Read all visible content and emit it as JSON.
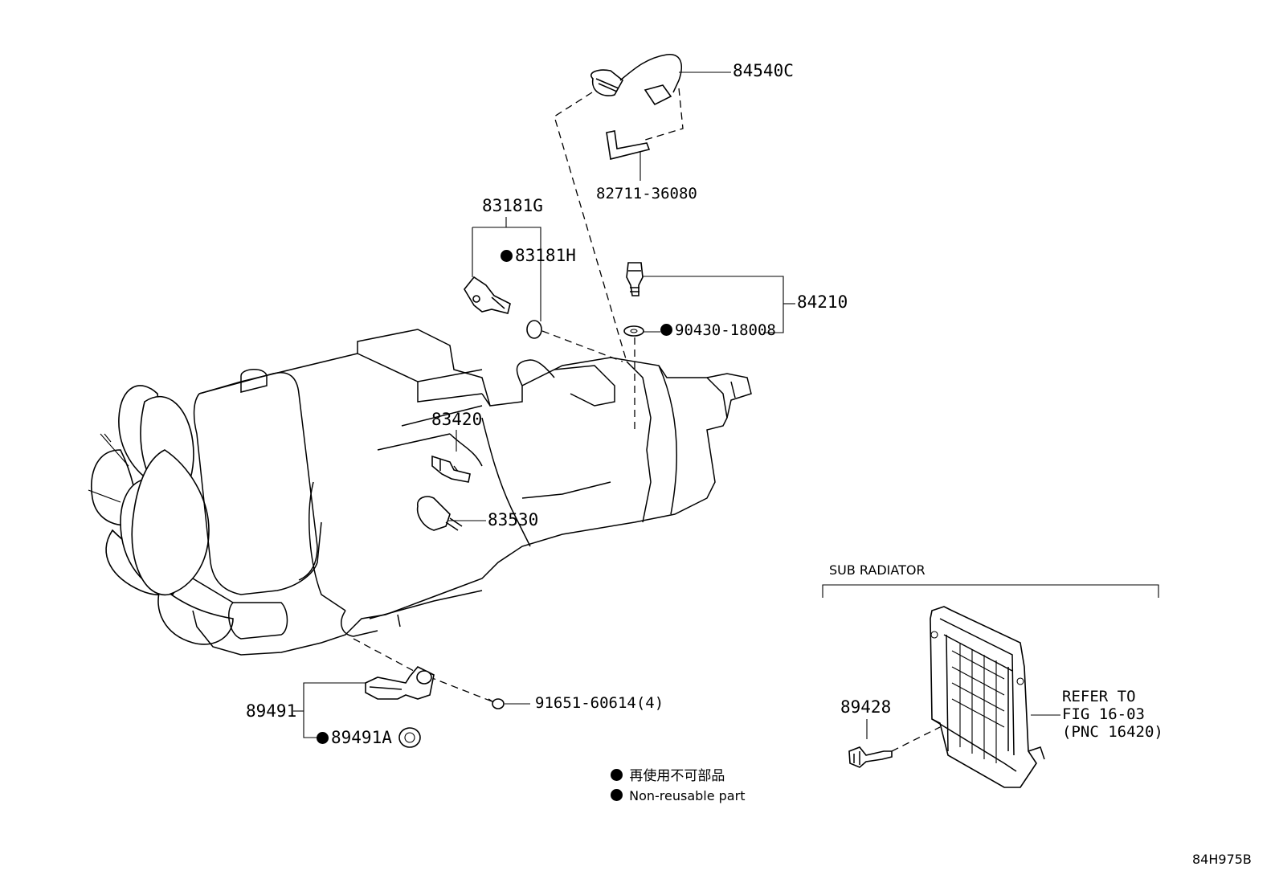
{
  "parts": {
    "p84540C": "84540C",
    "p82711": "82711-36080",
    "p83181G": "83181G",
    "p83181H": "83181H",
    "p84210": "84210",
    "p90430": "90430-18008",
    "p83420": "83420",
    "p83530": "83530",
    "p89491": "89491",
    "p89491A": "89491A",
    "p91651": "91651-60614(4)",
    "p89428": "89428"
  },
  "sub_radiator": {
    "title": "SUB RADIATOR",
    "refer_line1": "REFER TO",
    "refer_line2": "FIG 16-03",
    "refer_line3": "(PNC 16420)"
  },
  "legend": {
    "japanese": "再使用不可部品",
    "english": "Non-reusable part"
  },
  "figure_code": "84H975B",
  "colors": {
    "ink": "#000000",
    "paper": "#ffffff"
  }
}
